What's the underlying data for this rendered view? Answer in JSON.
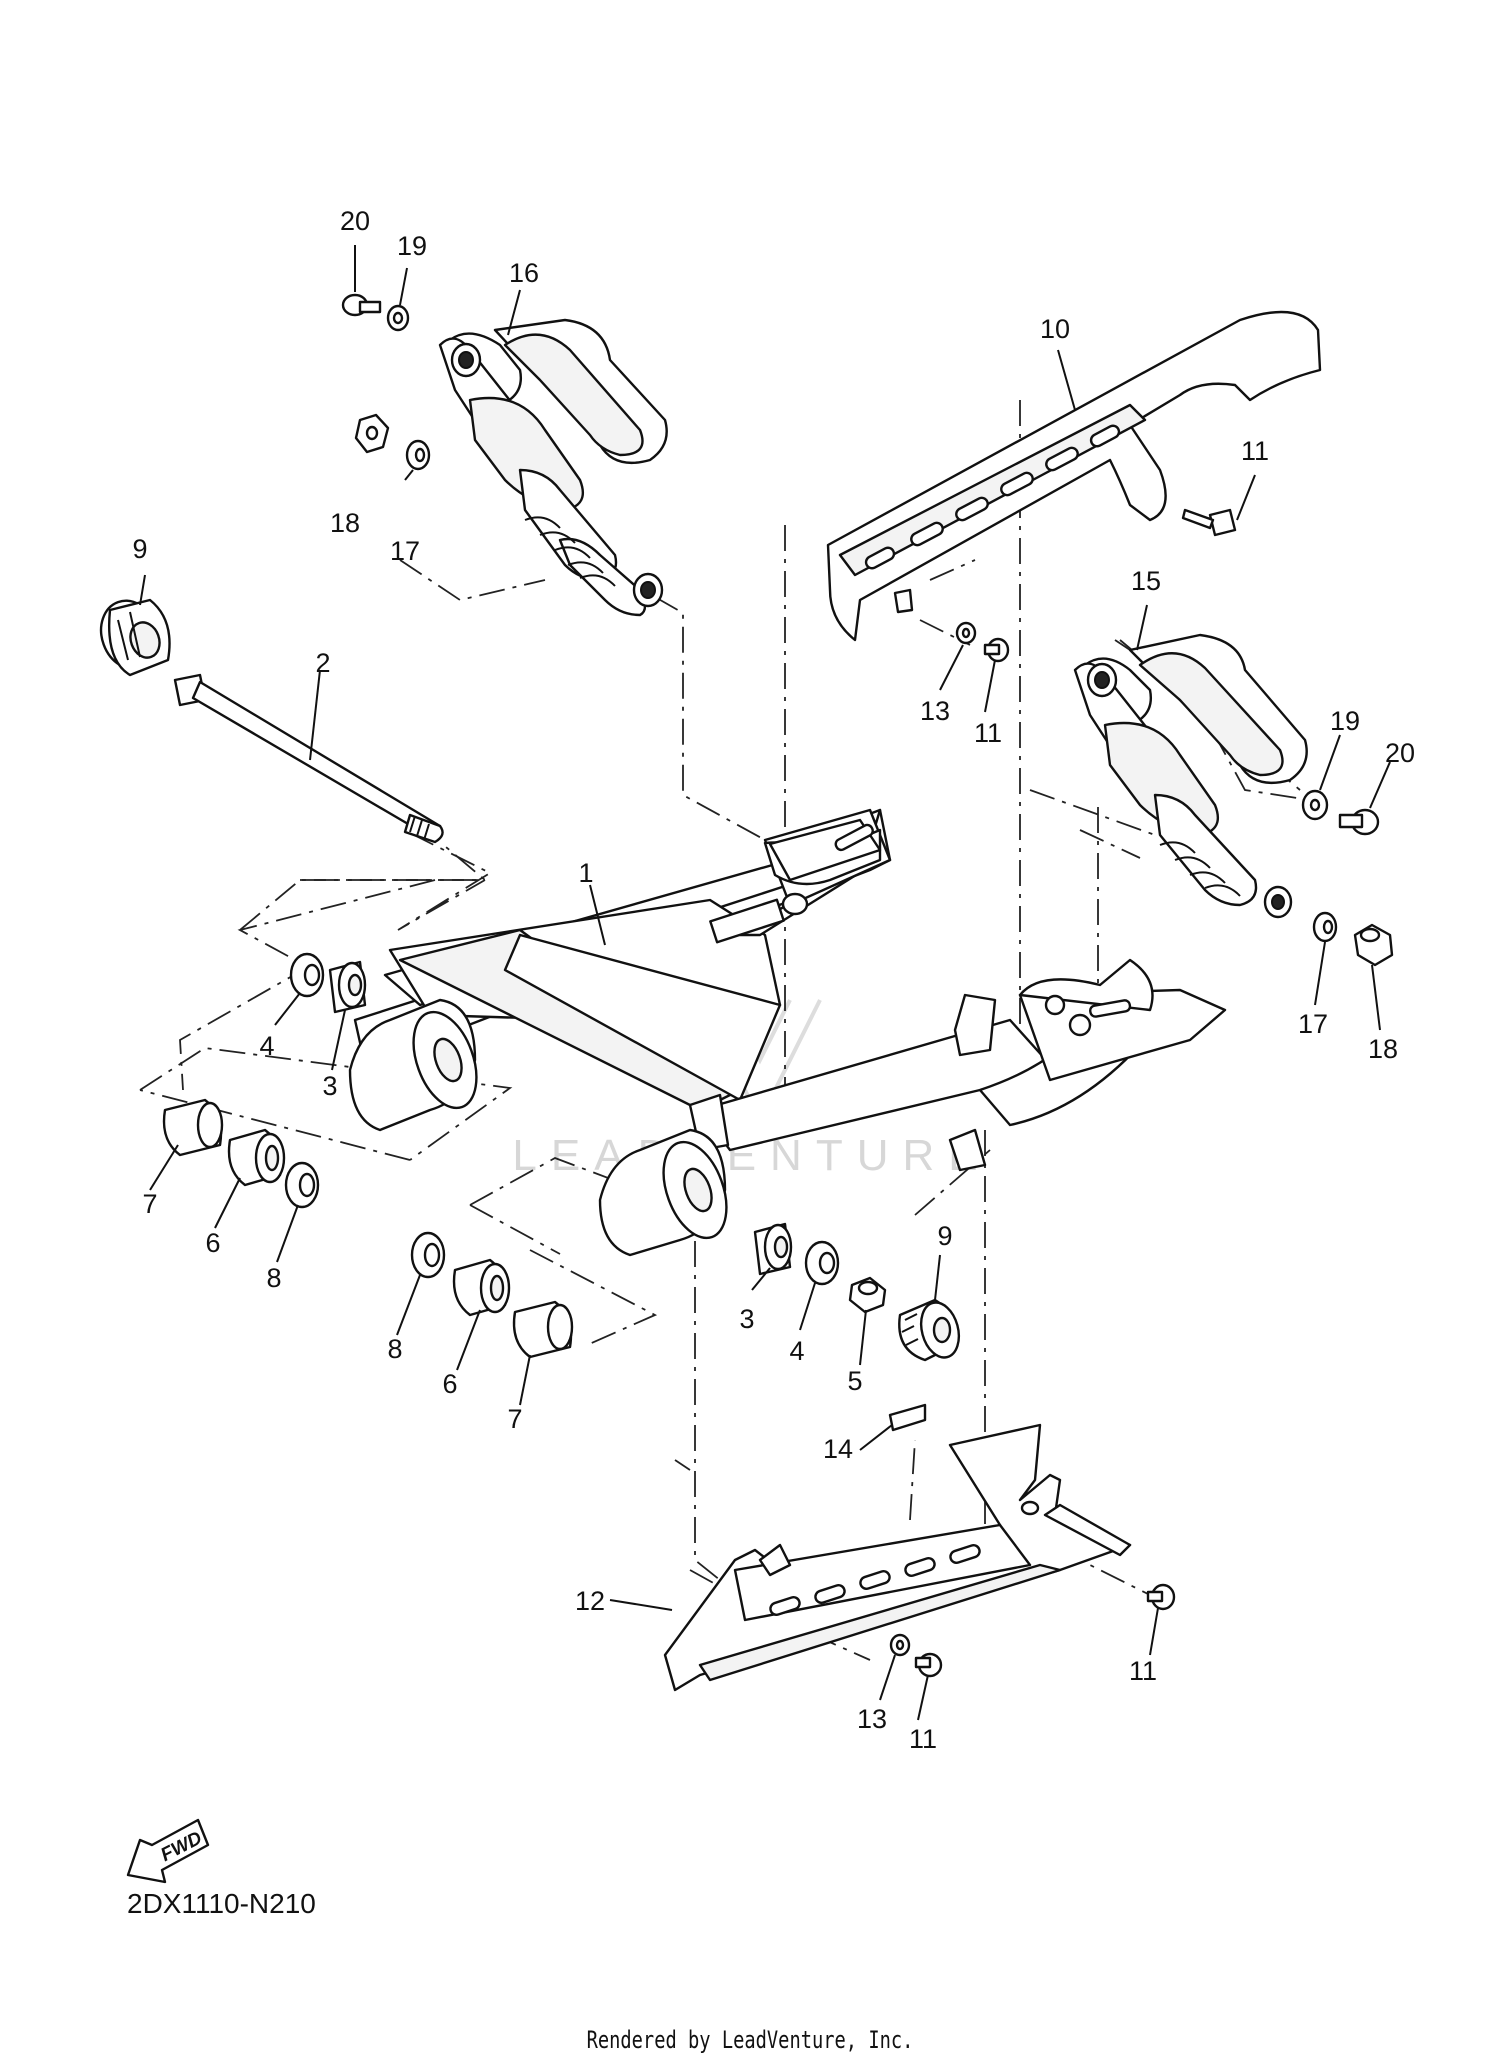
{
  "diagram": {
    "code": "2DX1110-N210",
    "credit": "Rendered by LeadVenture, Inc.",
    "watermark_text": "LEADVENTURE",
    "fwd_label": "FWD",
    "callouts": [
      {
        "id": "c20a",
        "text": "20"
      },
      {
        "id": "c19a",
        "text": "19"
      },
      {
        "id": "c16",
        "text": "16"
      },
      {
        "id": "c10",
        "text": "10"
      },
      {
        "id": "c18a",
        "text": "18"
      },
      {
        "id": "c17a",
        "text": "17"
      },
      {
        "id": "c11a",
        "text": "11"
      },
      {
        "id": "c9a",
        "text": "9"
      },
      {
        "id": "c2",
        "text": "2"
      },
      {
        "id": "c15",
        "text": "15"
      },
      {
        "id": "c13a",
        "text": "13"
      },
      {
        "id": "c11b",
        "text": "11"
      },
      {
        "id": "c19b",
        "text": "19"
      },
      {
        "id": "c20b",
        "text": "20"
      },
      {
        "id": "c1",
        "text": "1"
      },
      {
        "id": "c17b",
        "text": "17"
      },
      {
        "id": "c18b",
        "text": "18"
      },
      {
        "id": "c4a",
        "text": "4"
      },
      {
        "id": "c3a",
        "text": "3"
      },
      {
        "id": "c7a",
        "text": "7"
      },
      {
        "id": "c6a",
        "text": "6"
      },
      {
        "id": "c8a",
        "text": "8"
      },
      {
        "id": "c9b",
        "text": "9"
      },
      {
        "id": "c3b",
        "text": "3"
      },
      {
        "id": "c4b",
        "text": "4"
      },
      {
        "id": "c5",
        "text": "5"
      },
      {
        "id": "c8b",
        "text": "8"
      },
      {
        "id": "c6b",
        "text": "6"
      },
      {
        "id": "c7b",
        "text": "7"
      },
      {
        "id": "c14",
        "text": "14"
      },
      {
        "id": "c12",
        "text": "12"
      },
      {
        "id": "c11c",
        "text": "11"
      },
      {
        "id": "c13b",
        "text": "13"
      },
      {
        "id": "c11d",
        "text": "11"
      }
    ]
  }
}
